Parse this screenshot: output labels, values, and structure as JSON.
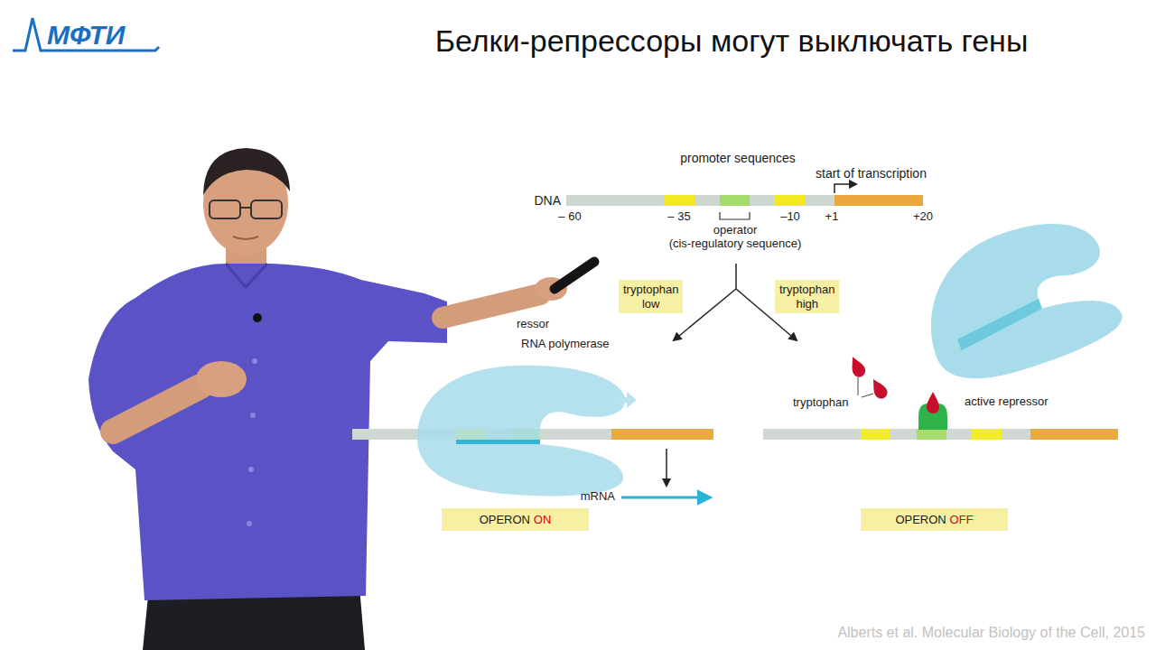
{
  "diagram": {
    "title": "Белки-репрессоры могут выключать гены",
    "caption": "Alberts et al. Molecular Biology of the Cell, 2015",
    "nodes": [
      {
        "text": [
          "tryptophan low"
        ]
      },
      {
        "text": [
          "tryptophan high"
        ]
      },
      {
        "text": [
          "OPERON",
          "ON"
        ]
      },
      {
        "text": [
          "OPERON",
          "OFF"
        ]
      }
    ],
    "labels": [
      "МФТИ",
      "promoter sequences",
      "start of transcription",
      "DNA",
      "– 60",
      "– 35",
      "–10",
      "+1",
      "+20",
      "operator",
      "(cis-regulatory sequence)",
      "ressor",
      "RNA polymerase",
      "mRNA",
      "tryptophan",
      "active repressor"
    ]
  }
}
